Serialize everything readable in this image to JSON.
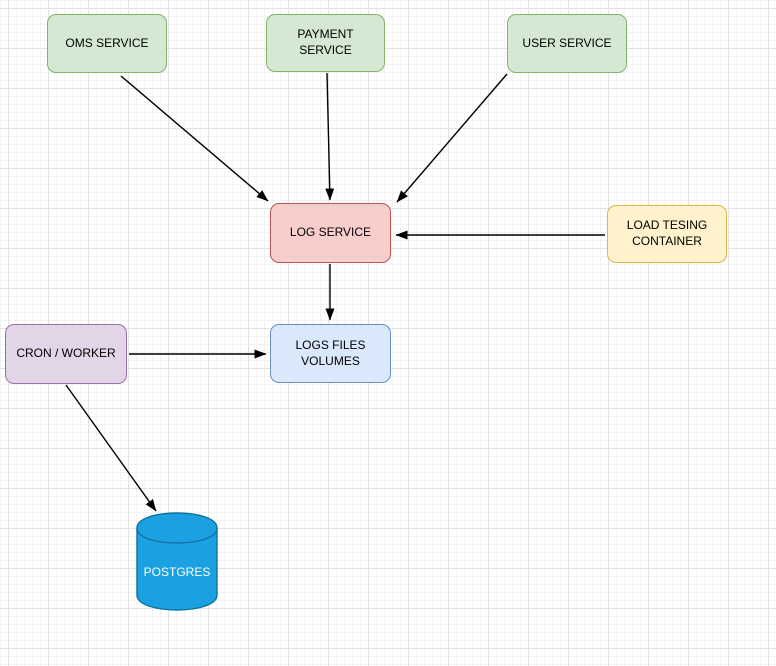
{
  "diagram": {
    "canvas": {
      "background_color": "#ffffff",
      "grid_minor_color": "#f3f2f2",
      "grid_major_color": "#e2e2e2"
    },
    "edge_color": "#000000",
    "nodes": {
      "oms": {
        "label": "OMS SERVICE",
        "fill": "#d5e8d4",
        "stroke": "#82b366"
      },
      "payment": {
        "label": "PAYMENT SERVICE",
        "fill": "#d5e8d4",
        "stroke": "#82b366"
      },
      "user": {
        "label": "USER SERVICE",
        "fill": "#d5e8d4",
        "stroke": "#82b366"
      },
      "log": {
        "label": "LOG SERVICE",
        "fill": "#f8cecc",
        "stroke": "#b85450"
      },
      "load_testing": {
        "label": "LOAD TESING CONTAINER",
        "fill": "#fff2cc",
        "stroke": "#d6b656"
      },
      "cron": {
        "label": "CRON / WORKER",
        "fill": "#e1d5e7",
        "stroke": "#9673a6"
      },
      "logs_volumes": {
        "label": "LOGS FILES VOLUMES",
        "fill": "#dae8fc",
        "stroke": "#6c8ebf"
      },
      "postgres": {
        "label": "POSTGRES",
        "shape": "cylinder",
        "fill": "#1ba1e2",
        "stroke": "#10739e",
        "text_color": "#ffffff"
      }
    },
    "edges": [
      {
        "from": "OMS SERVICE",
        "to": "LOG SERVICE"
      },
      {
        "from": "PAYMENT SERVICE",
        "to": "LOG SERVICE"
      },
      {
        "from": "USER SERVICE",
        "to": "LOG SERVICE"
      },
      {
        "from": "LOAD TESING CONTAINER",
        "to": "LOG SERVICE"
      },
      {
        "from": "LOG SERVICE",
        "to": "LOGS FILES VOLUMES"
      },
      {
        "from": "CRON / WORKER",
        "to": "LOGS FILES VOLUMES"
      },
      {
        "from": "CRON / WORKER",
        "to": "POSTGRES"
      }
    ]
  }
}
